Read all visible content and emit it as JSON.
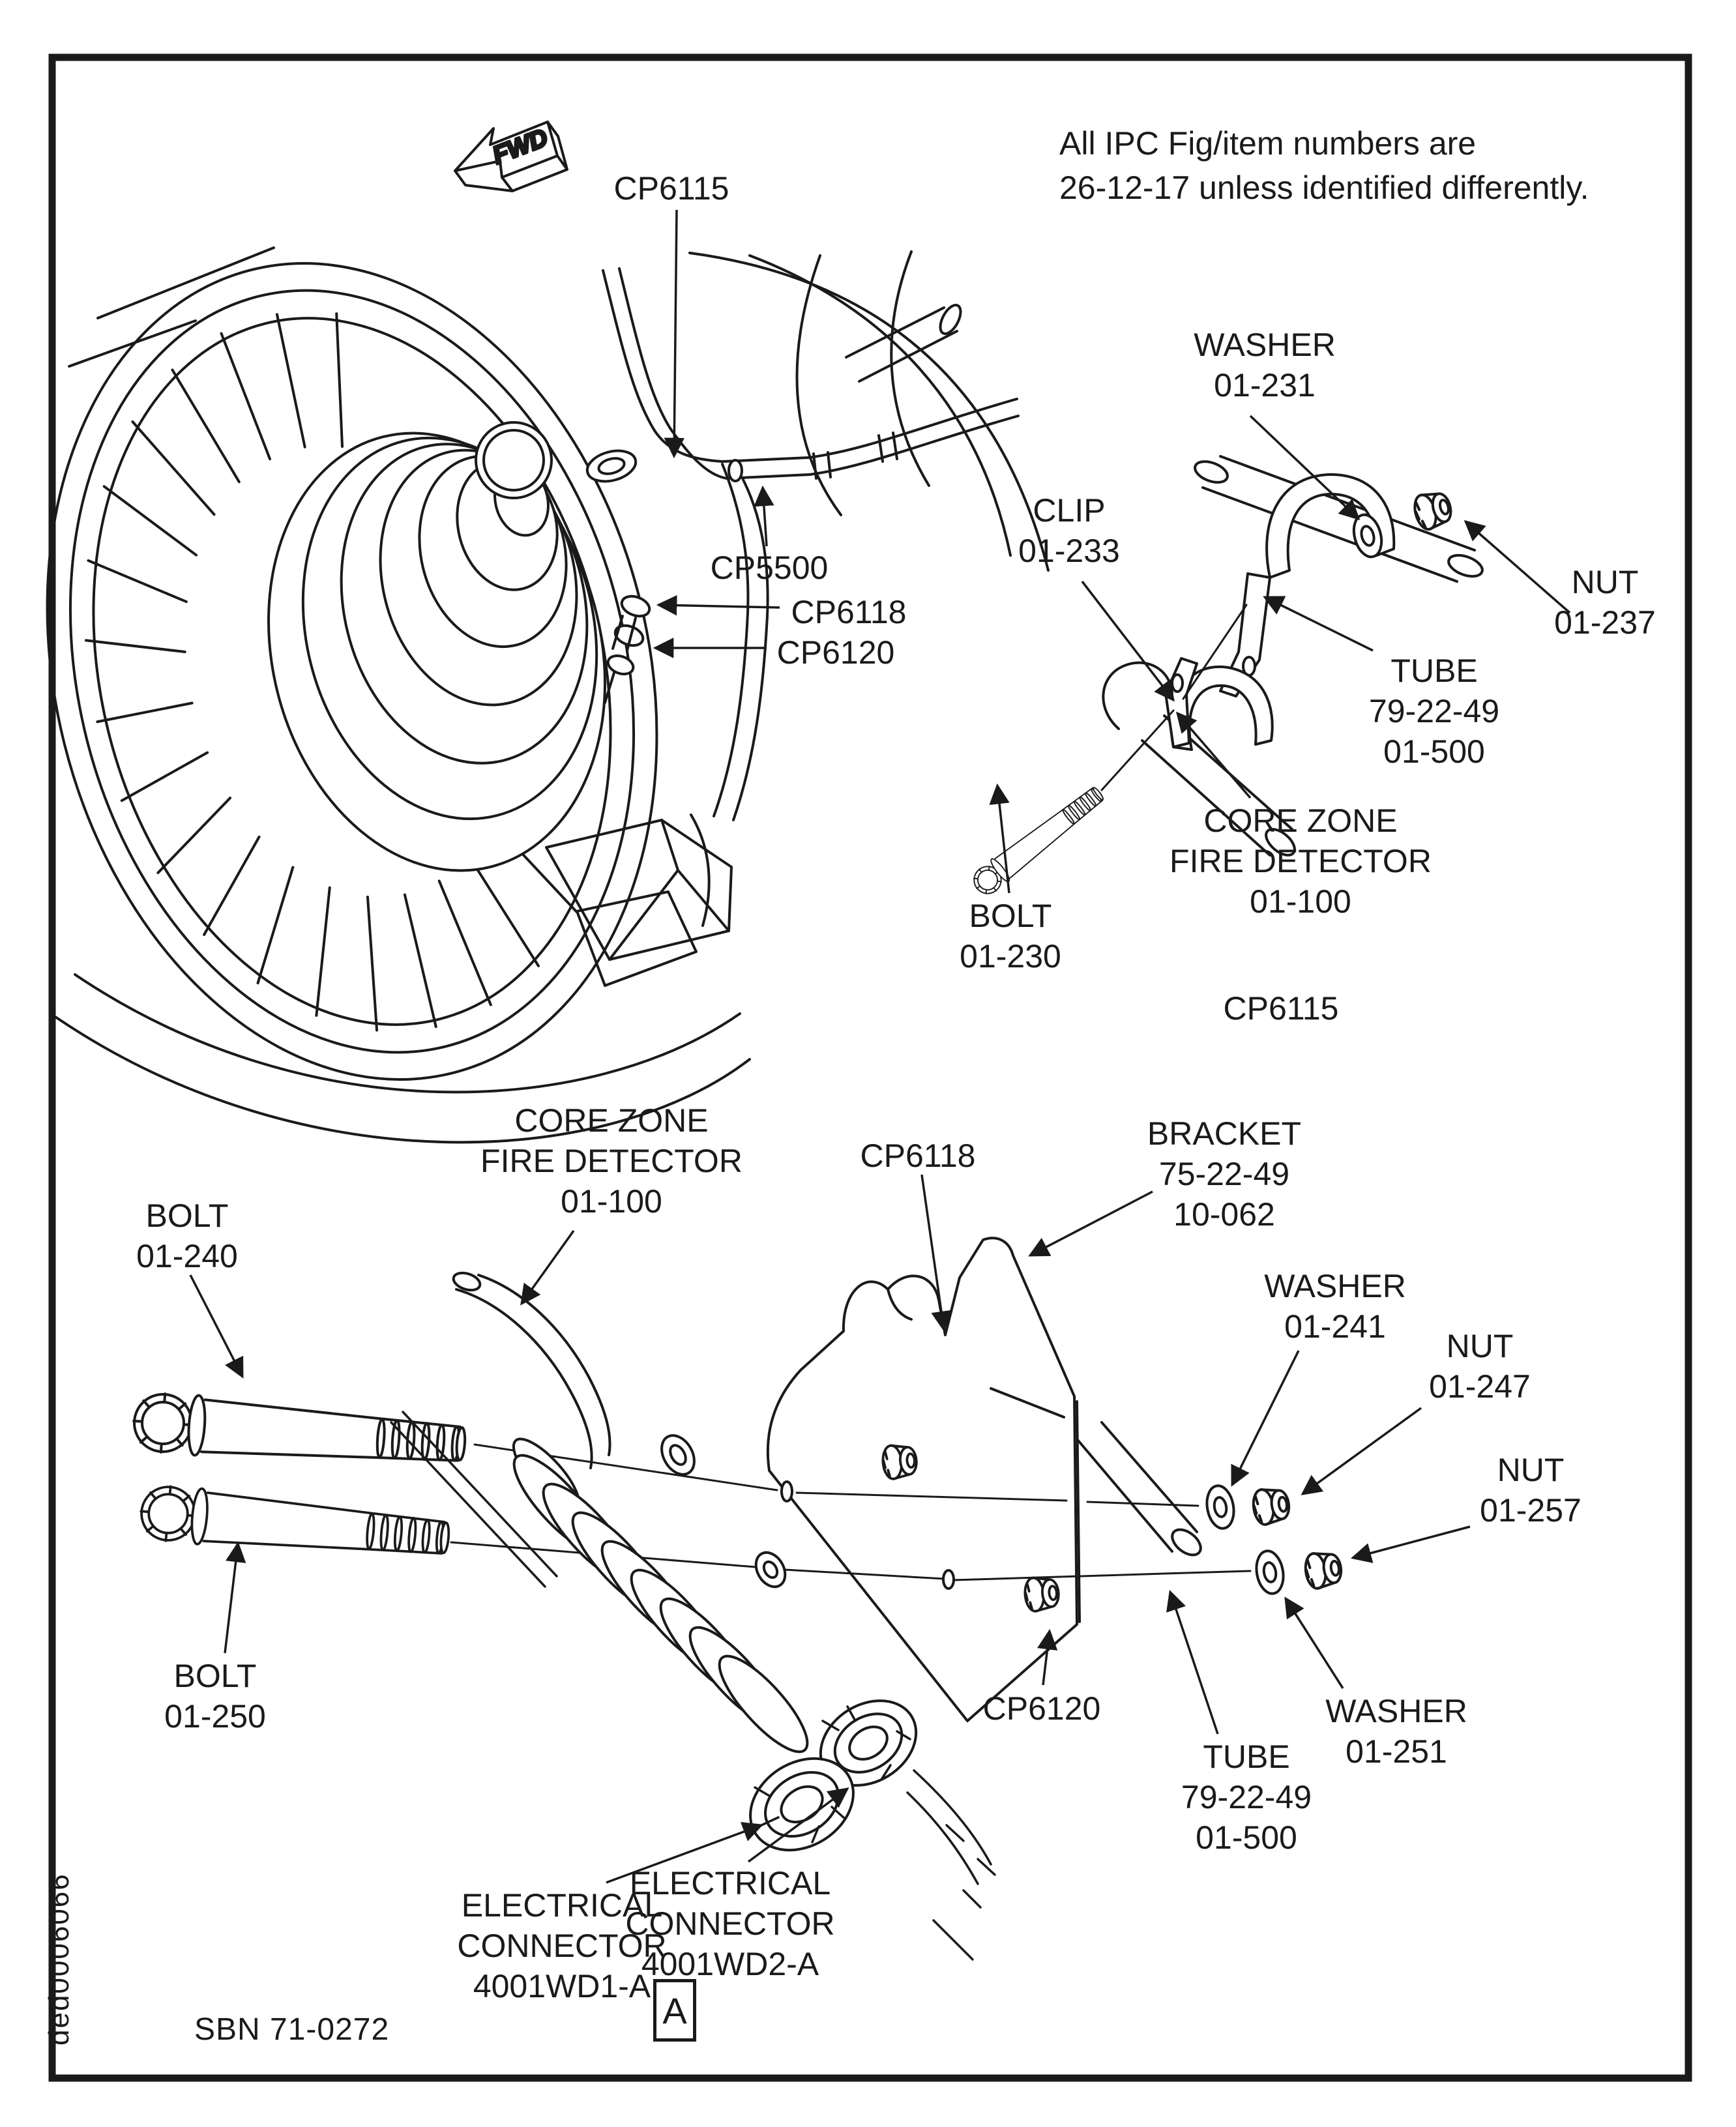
{
  "page": {
    "ink_color": "#1a1a1a",
    "note_line1": "All IPC Fig/item numbers are",
    "note_line2": "26-12-17 unless identified differently.",
    "fwd_label": "FWD",
    "footer_ref": "SBN 71-0272",
    "edge_code": "ded0006066",
    "detail_marker": "A"
  },
  "engine_callouts": {
    "cp6115": "CP6115",
    "cp5500": "CP5500",
    "cp6118": "CP6118",
    "cp6120": "CP6120"
  },
  "clip_detail": {
    "washer": {
      "lines": [
        "WASHER",
        "01-231"
      ]
    },
    "nut": {
      "lines": [
        "NUT",
        "01-237"
      ]
    },
    "clip": {
      "lines": [
        "CLIP",
        "01-233"
      ]
    },
    "tube": {
      "lines": [
        "TUBE",
        "79-22-49",
        "01-500"
      ]
    },
    "detector": {
      "lines": [
        "CORE ZONE",
        "FIRE DETECTOR",
        "01-100"
      ]
    },
    "bolt": {
      "lines": [
        "BOLT",
        "01-230"
      ]
    },
    "section_label": "CP6115"
  },
  "bracket_detail": {
    "detector": {
      "lines": [
        "CORE ZONE",
        "FIRE DETECTOR",
        "01-100"
      ]
    },
    "cp6118": "CP6118",
    "bracket": {
      "lines": [
        "BRACKET",
        "75-22-49",
        "10-062"
      ]
    },
    "bolt_240": {
      "lines": [
        "BOLT",
        "01-240"
      ]
    },
    "bolt_250": {
      "lines": [
        "BOLT",
        "01-250"
      ]
    },
    "washer_241": {
      "lines": [
        "WASHER",
        "01-241"
      ]
    },
    "nut_247": {
      "lines": [
        "NUT",
        "01-247"
      ]
    },
    "nut_257": {
      "lines": [
        "NUT",
        "01-257"
      ]
    },
    "washer_251": {
      "lines": [
        "WASHER",
        "01-251"
      ]
    },
    "cp6120": "CP6120",
    "tube": {
      "lines": [
        "TUBE",
        "79-22-49",
        "01-500"
      ]
    },
    "connector_wd1": {
      "lines": [
        "ELECTRICAL",
        "CONNECTOR",
        "4001WD1-A"
      ]
    },
    "connector_wd2": {
      "lines": [
        "ELECTRICAL",
        "CONNECTOR",
        "4001WD2-A"
      ]
    }
  }
}
